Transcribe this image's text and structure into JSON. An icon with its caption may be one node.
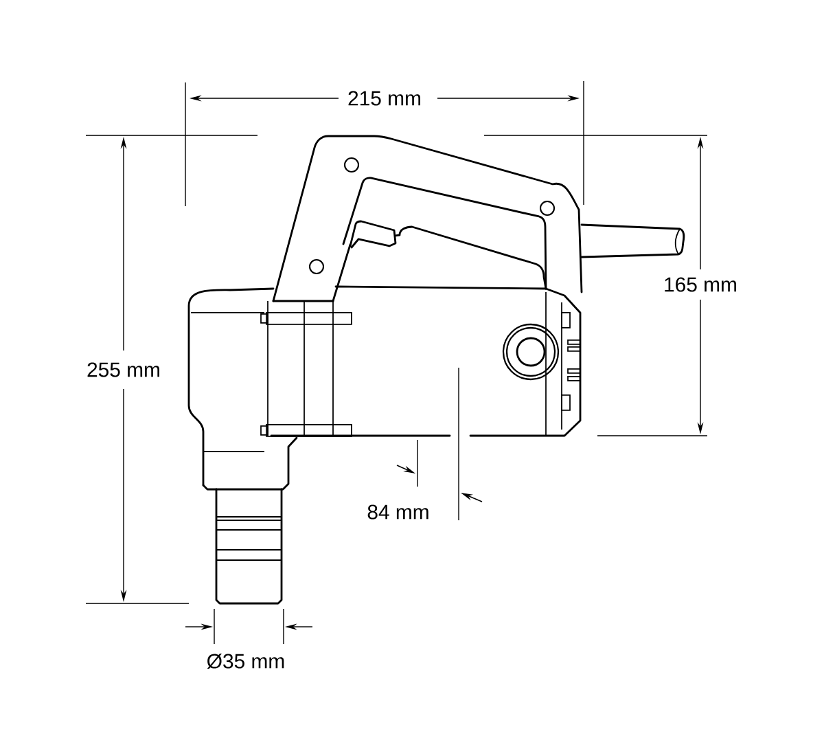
{
  "diagram": {
    "labels": [
      "215 mm",
      "255 mm",
      "165 mm",
      "84 mm",
      "Ø35 mm"
    ]
  }
}
